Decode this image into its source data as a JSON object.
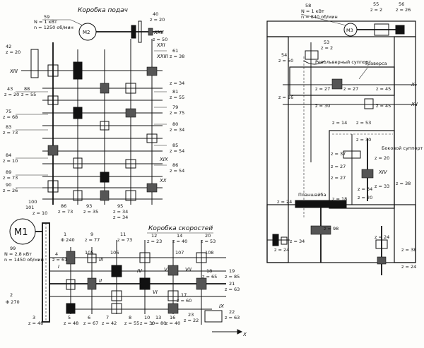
{
  "feed_box": {
    "title": "Коробка подач",
    "motor": {
      "label": "M2",
      "spec_num": "59",
      "spec_power": "N = 1 кВт",
      "spec_speed": "n = 1250 об/мин"
    },
    "labels": [
      "40",
      "z = 20",
      "ХХII",
      "z = 50",
      "ХХI",
      "ХХIII",
      "z = 20",
      "42",
      "ХIII",
      "43",
      "z = 20",
      "88",
      "z = 55",
      "75",
      "z = 68",
      "83",
      "z = 73",
      "84",
      "z = 10",
      "89",
      "z = 73",
      "90",
      "z = 26",
      "100",
      "101",
      "z = 10",
      "86",
      "z = 73",
      "z = 35",
      "93",
      "z = 34",
      "95",
      "z = 34",
      "61",
      "z = 38",
      "z = 34",
      "81",
      "z = 55",
      "79",
      "z = 75",
      "80",
      "z = 34",
      "85",
      "z = 54",
      "86",
      "z = 54",
      "ХIХ",
      "ХХ"
    ]
  },
  "speed_box": {
    "title": "Коробка скоростей",
    "motor": {
      "label": "M1",
      "spec_num": "99",
      "spec_power": "N = 2,8 кВт",
      "spec_speed": "n = 1450 об/мин"
    },
    "pulley_top": {
      "num": "1",
      "dia": "Φ 240"
    },
    "pulley_bottom": {
      "num": "2",
      "dia": "Φ 270"
    },
    "labels": [
      "9",
      "z = 77",
      "11",
      "z = 73",
      "12",
      "z = 23",
      "14",
      "z = 40",
      "20",
      "z = 53",
      "4",
      "z = 61",
      "105",
      "106",
      "107",
      "108",
      "3",
      "z = 48",
      "5",
      "z = 48",
      "6",
      "z = 67",
      "7",
      "z = 42",
      "8",
      "z = 55",
      "10",
      "z = 30",
      "13",
      "z = 80",
      "16",
      "z = 40",
      "17",
      "z = 60",
      "18",
      "z = 65",
      "19",
      "z = 85",
      "21",
      "z = 63",
      "22",
      "z = 63",
      "23",
      "z = 22",
      "X",
      "IX",
      "I",
      "II",
      "III",
      "IV",
      "V",
      "VI",
      "VII"
    ]
  },
  "machine": {
    "motor": {
      "label": "M3",
      "spec_num": "58",
      "spec_power": "N = 1 кВт",
      "spec_speed": "n = 840 об/мин"
    },
    "revolver_label": "Револьверный суппорт",
    "traverse_label": "Траверса",
    "side_support_label": "Боковой суппорт",
    "faceplate_label": "Планшайба",
    "labels": [
      "55",
      "z = 2",
      "56",
      "z = 26",
      "54",
      "z = 50",
      "53",
      "z = 2",
      "z = 27",
      "z = 27",
      "z = 45",
      "XI",
      "z = 45",
      "z = 16",
      "z = 30",
      "XII",
      "XIV",
      "z = 14",
      "z = 53",
      "z = 30",
      "z = 37",
      "z = 20",
      "z = 27",
      "z = 27",
      "z = 33",
      "z = 38",
      "z = 34",
      "z = 20",
      "z = 18",
      "z = 24",
      "z = 24",
      "z = 38",
      "z = 24",
      "z = 24",
      "z = 98",
      "z = 34"
    ]
  }
}
